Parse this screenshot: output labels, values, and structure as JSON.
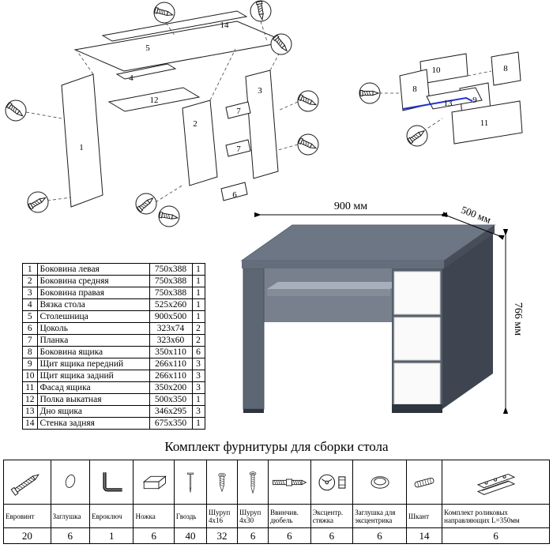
{
  "section_title": "Комплект фурнитуры для сборки стола",
  "diagram_left": {
    "labels": [
      "14",
      "5",
      "4",
      "12",
      "2",
      "1",
      "3",
      "7",
      "7",
      "6"
    ]
  },
  "diagram_right": {
    "labels": [
      "10",
      "8",
      "8",
      "9",
      "13",
      "11"
    ]
  },
  "desk_render": {
    "dimensions": {
      "width": "900 мм",
      "depth": "500 мм",
      "height": "766 мм"
    }
  },
  "parts_table": {
    "rows": [
      {
        "num": "1",
        "name": "Боковина левая",
        "size": "750x388",
        "qty": "1"
      },
      {
        "num": "2",
        "name": "Боковина средняя",
        "size": "750x388",
        "qty": "1"
      },
      {
        "num": "3",
        "name": "Боковина правая",
        "size": "750x388",
        "qty": "1"
      },
      {
        "num": "4",
        "name": "Вязка стола",
        "size": "525x260",
        "qty": "1"
      },
      {
        "num": "5",
        "name": "Столешница",
        "size": "900x500",
        "qty": "1"
      },
      {
        "num": "6",
        "name": "Цоколь",
        "size": "323x74",
        "qty": "2"
      },
      {
        "num": "7",
        "name": "Планка",
        "size": "323x60",
        "qty": "2"
      },
      {
        "num": "8",
        "name": "Боковина ящика",
        "size": "350x110",
        "qty": "6"
      },
      {
        "num": "9",
        "name": "Щит ящика передний",
        "size": "266x110",
        "qty": "3"
      },
      {
        "num": "10",
        "name": "Щит ящика задний",
        "size": "266x110",
        "qty": "3"
      },
      {
        "num": "11",
        "name": "Фасад ящика",
        "size": "350x200",
        "qty": "3"
      },
      {
        "num": "12",
        "name": "Полка выкатная",
        "size": "500x350",
        "qty": "1"
      },
      {
        "num": "13",
        "name": "Дно ящика",
        "size": "346x295",
        "qty": "3"
      },
      {
        "num": "14",
        "name": "Стенка задняя",
        "size": "675x350",
        "qty": "1"
      }
    ]
  },
  "hardware": {
    "items": [
      {
        "name": "Евровинт",
        "qty": "20",
        "icon": "euroscrew-icon"
      },
      {
        "name": "Заглушка",
        "qty": "6",
        "icon": "cap-icon"
      },
      {
        "name": "Евроключ",
        "qty": "1",
        "icon": "hexkey-icon"
      },
      {
        "name": "Ножка",
        "qty": "6",
        "icon": "leg-icon"
      },
      {
        "name": "Гвоздь",
        "qty": "40",
        "icon": "nail-icon"
      },
      {
        "name": "Шуруп 4х16",
        "qty": "32",
        "icon": "screw-icon"
      },
      {
        "name": "Шуруп 4х30",
        "qty": "6",
        "icon": "screw-long-icon"
      },
      {
        "name": "Ввинчив. дюбель",
        "qty": "6",
        "icon": "dowel-screw-icon"
      },
      {
        "name": "Эксцентр. стяжка",
        "qty": "6",
        "icon": "camlock-icon"
      },
      {
        "name": "Заглушка для эксцентрика",
        "qty": "6",
        "icon": "cam-cap-icon"
      },
      {
        "name": "Шкант",
        "qty": "14",
        "icon": "dowel-icon"
      },
      {
        "name": "Комплект роликовых направляющих L=350мм",
        "qty": "6",
        "icon": "drawer-slide-icon"
      }
    ]
  }
}
